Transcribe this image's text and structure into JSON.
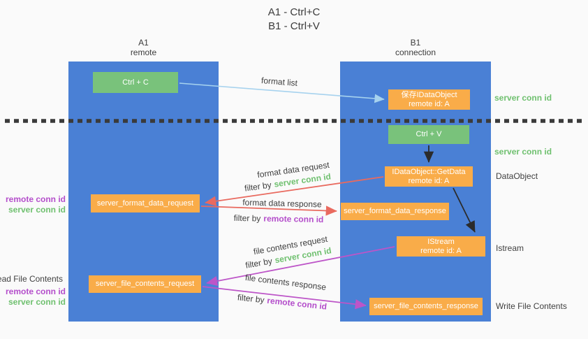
{
  "title": {
    "line1": "A1 - Ctrl+C",
    "line2": "B1 - Ctrl+V"
  },
  "lanes": {
    "left": {
      "name": "A1",
      "role": "remote"
    },
    "right": {
      "name": "B1",
      "role": "connection"
    }
  },
  "nodes": {
    "ctrl_c": {
      "label": "Ctrl + C"
    },
    "save_idataobject": {
      "line1": "保存IDataObject",
      "line2": "remote id: A"
    },
    "ctrl_v": {
      "label": "Ctrl + V"
    },
    "idataobject_getdata": {
      "line1": "IDataObject::GetData",
      "line2": "remote id: A"
    },
    "server_format_data_request": {
      "label": "server_format_data_request"
    },
    "server_format_data_response": {
      "label": "server_format_data_response"
    },
    "istream": {
      "line1": "IStream",
      "line2": "remote id: A"
    },
    "server_file_contents_request": {
      "label": "server_file_contents_request"
    },
    "server_file_contents_response": {
      "label": "server_file_contents_response"
    }
  },
  "arrow_labels": {
    "format_list": "format list",
    "format_data_request": "format data request",
    "format_data_response": "format data response",
    "file_contents_request": "file contents request",
    "file_contents_response": "file contents response",
    "filter_by": "filter by",
    "server_conn_id": "server conn id",
    "remote_conn_id": "remote conn id"
  },
  "side_labels": {
    "right_server_conn_id_top": "server conn id",
    "right_server_conn_id_mid": "server conn id",
    "data_object": "DataObject",
    "istream": "Istream",
    "write_file_contents": "Write File Contents",
    "left_remote_conn_id_top": "remote conn id",
    "left_server_conn_id_top": "server conn id",
    "read_file_contents": "Read File Contents",
    "left_remote_conn_id_bottom": "remote conn id",
    "left_server_conn_id_bottom": "server conn id"
  },
  "colors": {
    "lane_blue": "#4a80d5",
    "node_green": "#79c27b",
    "node_orange": "#f9ac49",
    "green_text": "#6fc06f",
    "purple_text": "#b44ecb",
    "red_arrow": "#e96a5f",
    "magenta_arrow": "#bd55c8",
    "light_blue_arrow": "#a6d2ee",
    "black_arrow": "#2b2b2b",
    "divider": "#3a3a3a"
  }
}
